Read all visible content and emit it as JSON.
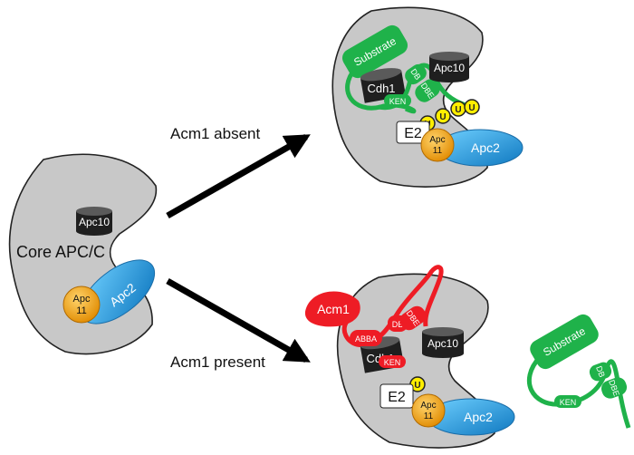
{
  "colors": {
    "core_fill": "#c8c8c8",
    "core_stroke": "#222222",
    "cylinder_dark": "#1f1f1f",
    "apc2_blue": "#28a7e0",
    "apc11_orange": "#f2a21b",
    "ubiquitin_yellow": "#ffee00",
    "cdh1_green": "#1fb24a",
    "acm1_red": "#ee1c25",
    "arrow_black": "#000000"
  },
  "labels": {
    "acm1_absent": "Acm1 absent",
    "acm1_present": "Acm1 present",
    "core_apc": "Core APC/C",
    "apc10": "Apc10",
    "apc2": "Apc2",
    "apc11_line1": "Apc",
    "apc11_line2": "11",
    "e2": "E2",
    "cdh1": "Cdh1",
    "substrate": "Substrate",
    "ken": "KEN",
    "db": "DB",
    "dbe": "DBE",
    "abba": "ABBA",
    "acm1": "Acm1",
    "ubiquitin": "U"
  }
}
